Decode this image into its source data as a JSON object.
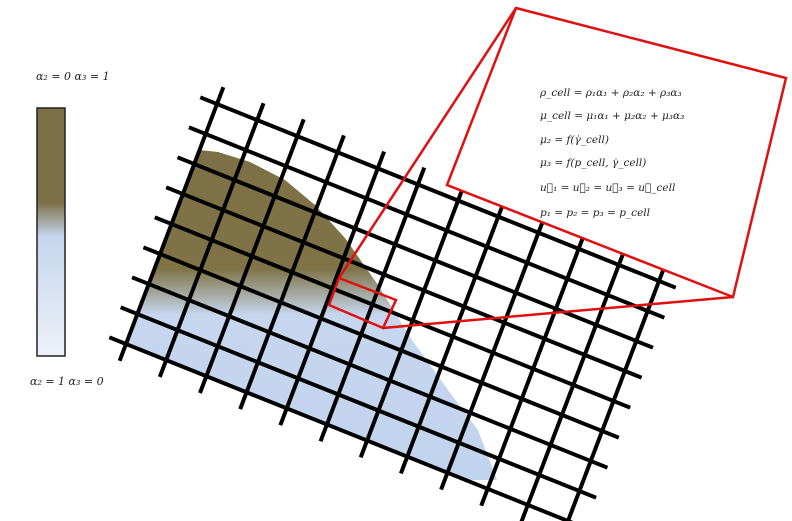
{
  "colorbar": {
    "top_label": "α₂ = 0  α₃ = 1",
    "bottom_label": "α₂ = 1  α₃ = 0",
    "top_color": "#7d7046",
    "mid_color": "#c5d6ee",
    "bottom_color": "#eef1f8"
  },
  "mesh": {
    "rows": 8,
    "cols": 11,
    "line_color": "#000000",
    "highlight_color": "#e01010"
  },
  "equations": [
    "ρ_cell = ρ₁α₁ + ρ₂α₂ + ρ₃α₃",
    "μ_cell = μ₁α₁ + μ₂α₂ + μ₃α₃",
    "μ₂ = f(γ̇_cell)",
    "μ₃ = f(p_cell, γ̇_cell)",
    "u⃗₁ = u⃗₂ = u⃗₃ = u⃗_cell",
    "p₁ = p₂ = p₃ = p_cell"
  ]
}
